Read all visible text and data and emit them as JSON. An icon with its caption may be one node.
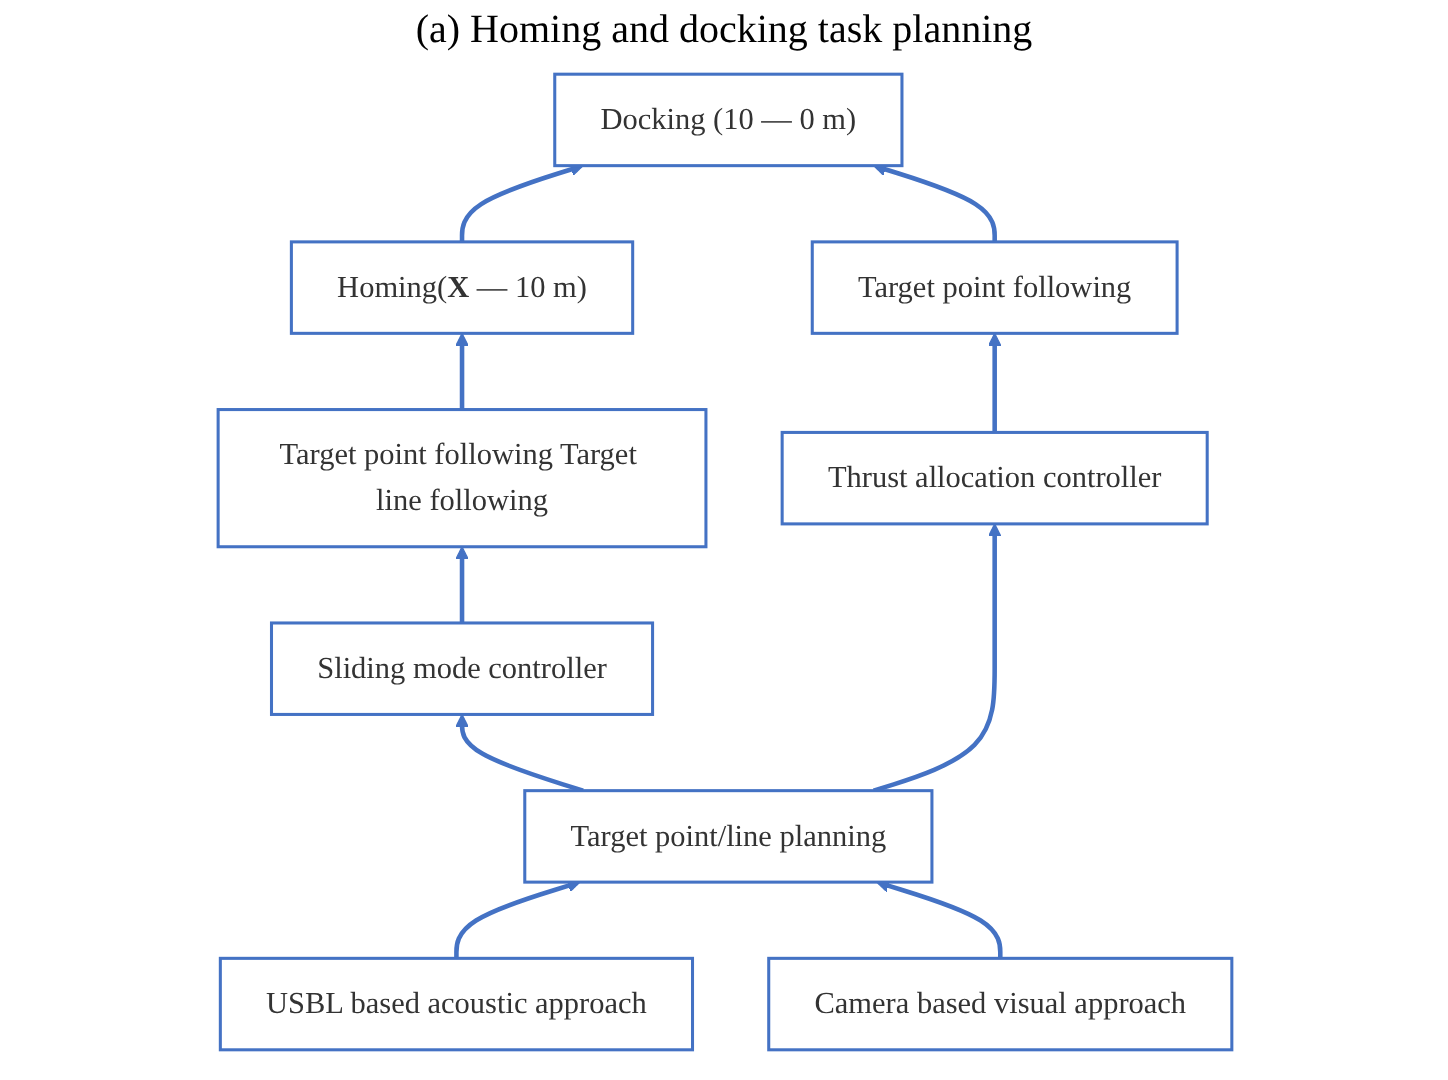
{
  "diagram": {
    "title": "(a) Homing and docking task planning",
    "nodes": [
      {
        "text": [
          "Homing(**X** — 10 m)"
        ]
      },
      {
        "text": [
          "Docking (10 — 0 m)"
        ]
      },
      {
        "text": [
          "Target point following Target line following"
        ]
      },
      {
        "text": [
          "Target point following"
        ]
      },
      {
        "text": [
          "Sliding mode controller"
        ]
      },
      {
        "text": [
          "Thrust allocation controller"
        ]
      },
      {
        "text": [
          "Target point/line planning"
        ]
      },
      {
        "text": [
          "USBL based acoustic approach"
        ]
      },
      {
        "text": [
          "Camera based visual approach"
        ]
      }
    ],
    "edges": [
      {
        "from": 0,
        "to": 1,
        "arrow": "to"
      },
      {
        "from": 2,
        "to": 0,
        "arrow": "to"
      },
      {
        "from": 3,
        "to": 1,
        "arrow": "to"
      },
      {
        "from": 4,
        "to": 2,
        "arrow": "to"
      },
      {
        "from": 5,
        "to": 3,
        "arrow": "to"
      },
      {
        "from": 6,
        "to": 4,
        "arrow": "to"
      },
      {
        "from": 6,
        "to": 5,
        "arrow": "to"
      },
      {
        "from": 7,
        "to": 6,
        "arrow": "to"
      },
      {
        "from": 8,
        "to": 6,
        "arrow": "to"
      }
    ]
  }
}
